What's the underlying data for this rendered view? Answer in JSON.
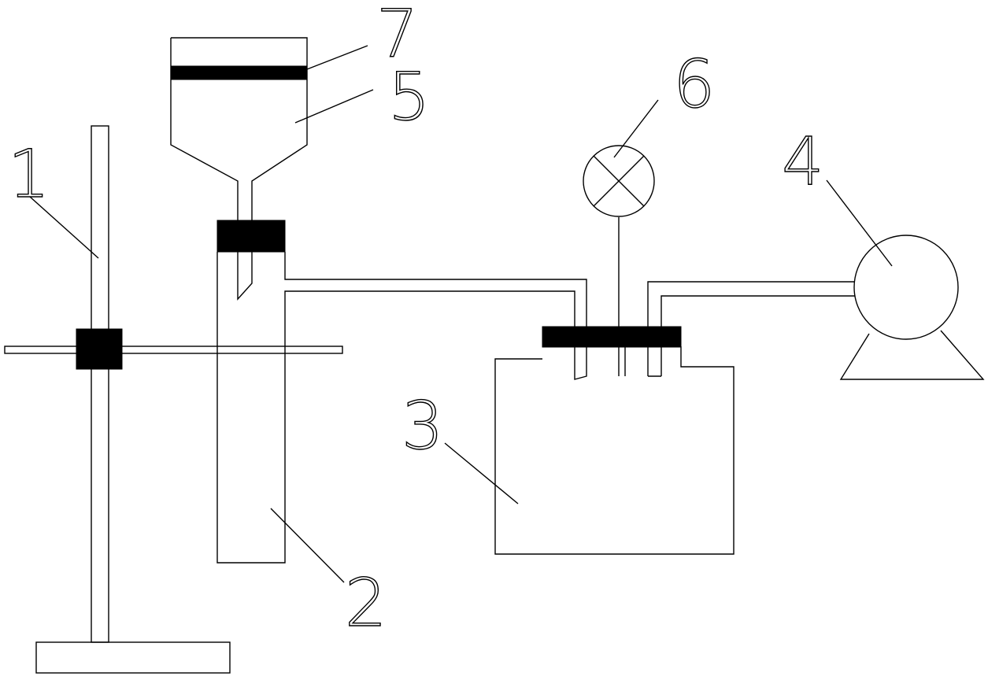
{
  "diagram": {
    "colors": {
      "stroke": "#000000",
      "background": "#ffffff"
    },
    "labels": {
      "stand": "1",
      "tube": "2",
      "bottle": "3",
      "pump": "4",
      "funnel": "5",
      "gauge": "6",
      "filter": "7"
    }
  }
}
